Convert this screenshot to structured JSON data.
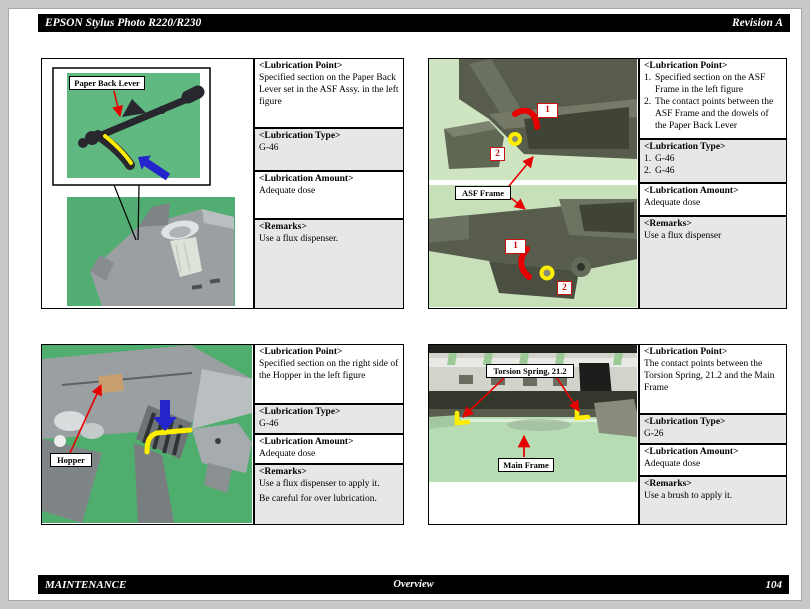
{
  "header": {
    "title": "EPSON Stylus Photo R220/R230",
    "revision": "Revision A"
  },
  "footer": {
    "section": "MAINTENANCE",
    "chapter": "Overview",
    "page_number": "104"
  },
  "headings": {
    "point": "<Lubrication Point>",
    "type": "<Lubrication Type>",
    "amount": "<Lubrication Amount>",
    "remarks": "<Remarks>"
  },
  "panels": {
    "top_left": {
      "figure_label": "Paper Back Lever",
      "point": "Specified section on the Paper Back Lever set in the ASF Assy. in the left figure",
      "type": "G-46",
      "amount": "Adequate dose",
      "remarks": "Use a flux dispenser."
    },
    "top_right": {
      "figure_label": "ASF Frame",
      "marker1": "1",
      "marker2": "2",
      "point_items": [
        {
          "num": "1.",
          "text": "Specified section on the ASF Frame in the left figure"
        },
        {
          "num": "2.",
          "text": "The contact points between the ASF Frame and the dowels of the Paper Back Lever"
        }
      ],
      "type_items": [
        {
          "num": "1.",
          "text": "G-46"
        },
        {
          "num": "2.",
          "text": "G-46"
        }
      ],
      "amount": "Adequate dose",
      "remarks": "Use a flux dispenser"
    },
    "bottom_left": {
      "figure_label": "Hopper",
      "point": "Specified section on the right side of the Hopper in the left figure",
      "type": "G-46",
      "amount": "Adequate dose",
      "remarks_lines": [
        "Use a flux dispenser to apply it.",
        "Be careful for over lubrication."
      ]
    },
    "bottom_right": {
      "figure_label_spring": "Torsion Spring, 21.2",
      "figure_label_frame": "Main Frame",
      "point": "The contact points between the Torsion Spring, 21.2 and the Main Frame",
      "type": "G-26",
      "amount": "Adequate dose",
      "remarks": "Use a brush to apply it."
    }
  },
  "colors": {
    "photo_green": "#52ad72",
    "pale_green": "#cfe5c2",
    "annotation_red": "#e60000",
    "annotation_yellow": "#ffee00",
    "annotation_blue": "#2424cc",
    "row_shade": "#e7e7e7"
  }
}
